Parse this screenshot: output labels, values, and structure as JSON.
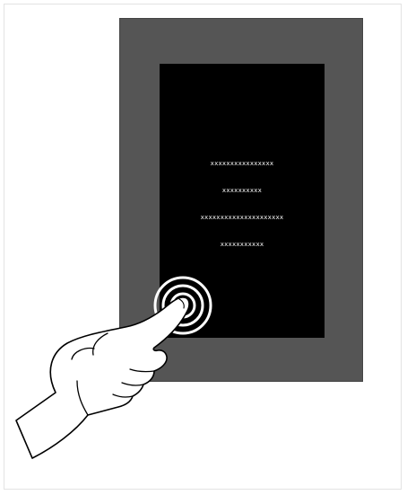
{
  "screen": {
    "lines": [
      "xxxxxxxxxxxxxxxx",
      "xxxxxxxxxx",
      "xxxxxxxxxxxxxxxxxxxxx",
      "xxxxxxxxxxx"
    ]
  },
  "colors": {
    "device": "#555555",
    "screen": "#000000",
    "touch_ring": "#ffffff",
    "hand_outline": "#000000",
    "hand_fill": "#ffffff"
  },
  "icons": {
    "hand": "hand-pointer-icon",
    "touch": "touch-ripple-icon"
  }
}
